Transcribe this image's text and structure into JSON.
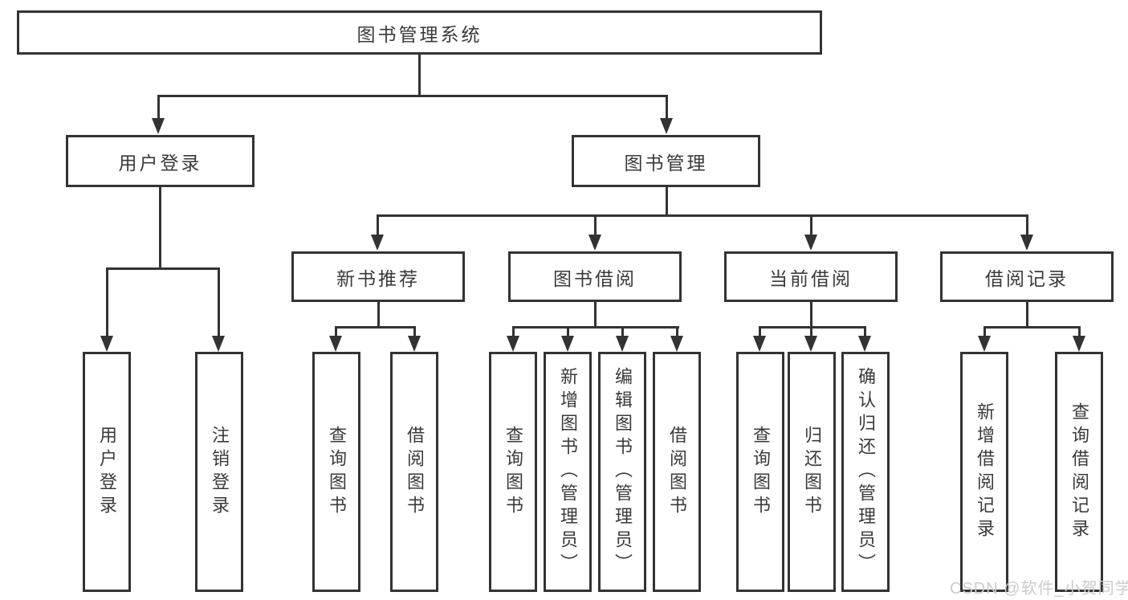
{
  "page": {
    "watermark": "CSDN @软件_小贺同学"
  },
  "colors": {
    "line": "#333333",
    "text": "#3a3a3a",
    "box_background": "#ffffff",
    "page_background": "#ffffff",
    "watermark": "#cbcbcb"
  },
  "tree": {
    "root": {
      "label": "图书管理系统"
    },
    "branches": [
      {
        "label": "用户登录",
        "children": [
          {
            "label": "用户登录"
          },
          {
            "label": "注销登录"
          }
        ]
      },
      {
        "label": "图书管理",
        "groups": [
          {
            "label": "新书推荐",
            "children": [
              {
                "label": "查询图书"
              },
              {
                "label": "借阅图书"
              }
            ]
          },
          {
            "label": "图书借阅",
            "children": [
              {
                "label": "查询图书"
              },
              {
                "label": "新增图书（管理员）"
              },
              {
                "label": "编辑图书（管理员）"
              },
              {
                "label": "借阅图书"
              }
            ]
          },
          {
            "label": "当前借阅",
            "children": [
              {
                "label": "查询图书"
              },
              {
                "label": "归还图书"
              },
              {
                "label": "确认归还（管理员）"
              }
            ]
          },
          {
            "label": "借阅记录",
            "children": [
              {
                "label": "新增借阅记录"
              },
              {
                "label": "查询借阅记录"
              }
            ]
          }
        ]
      }
    ]
  }
}
